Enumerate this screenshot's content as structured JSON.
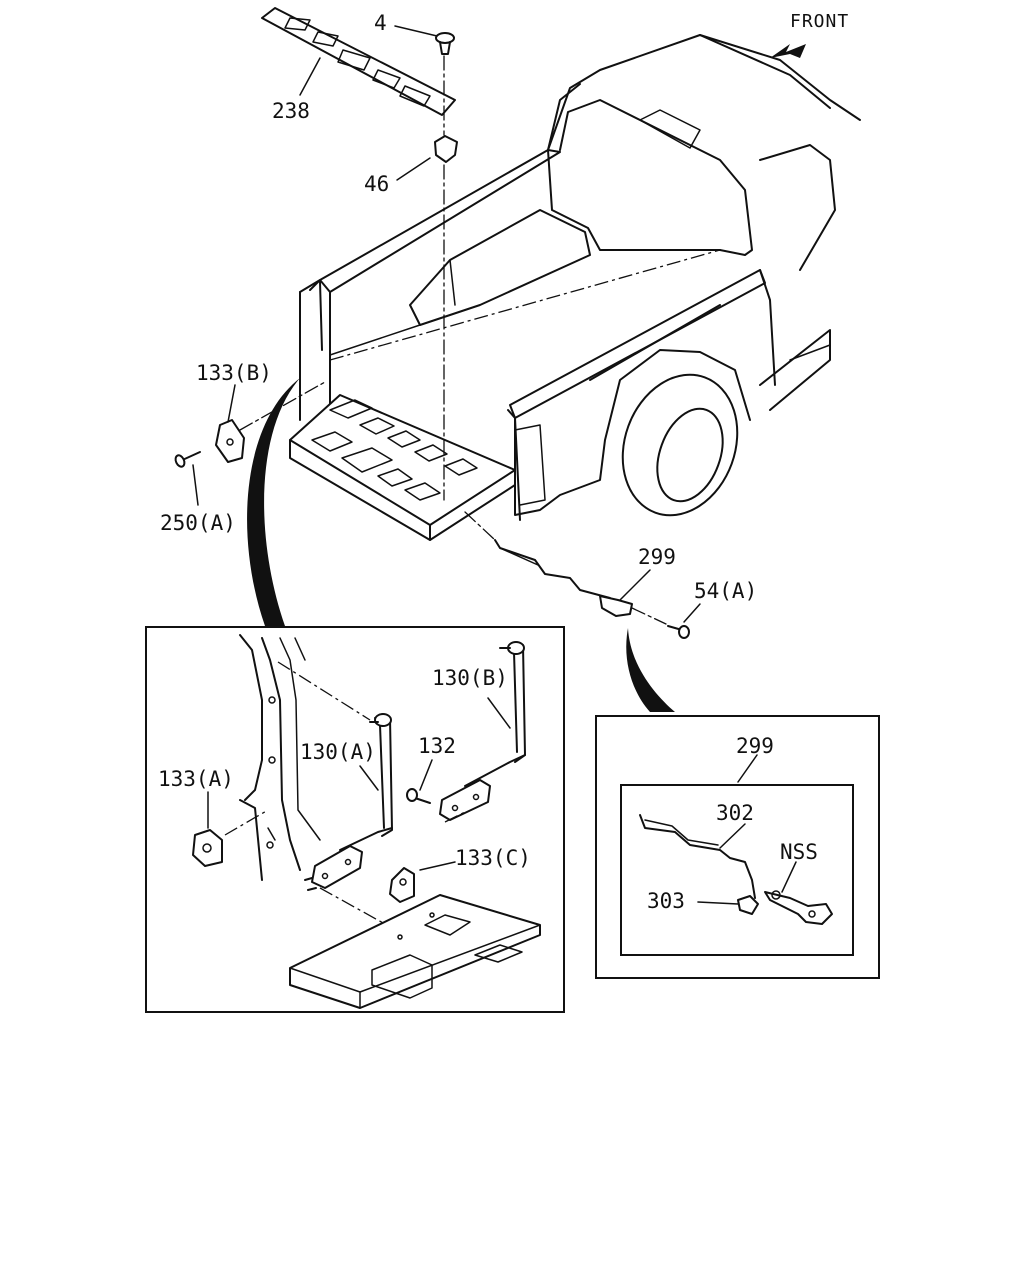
{
  "front_label": "FRONT",
  "labels": {
    "p4": "4",
    "p238": "238",
    "p46": "46",
    "p133b": "133(B)",
    "p250a": "250(A)",
    "p299": "299",
    "p54a": "54(A)",
    "p130b": "130(B)",
    "p130a": "130(A)",
    "p132": "132",
    "p133a": "133(A)",
    "p133c": "133(C)",
    "detail_299": "299",
    "p302": "302",
    "pnss": "NSS",
    "p303": "303"
  }
}
